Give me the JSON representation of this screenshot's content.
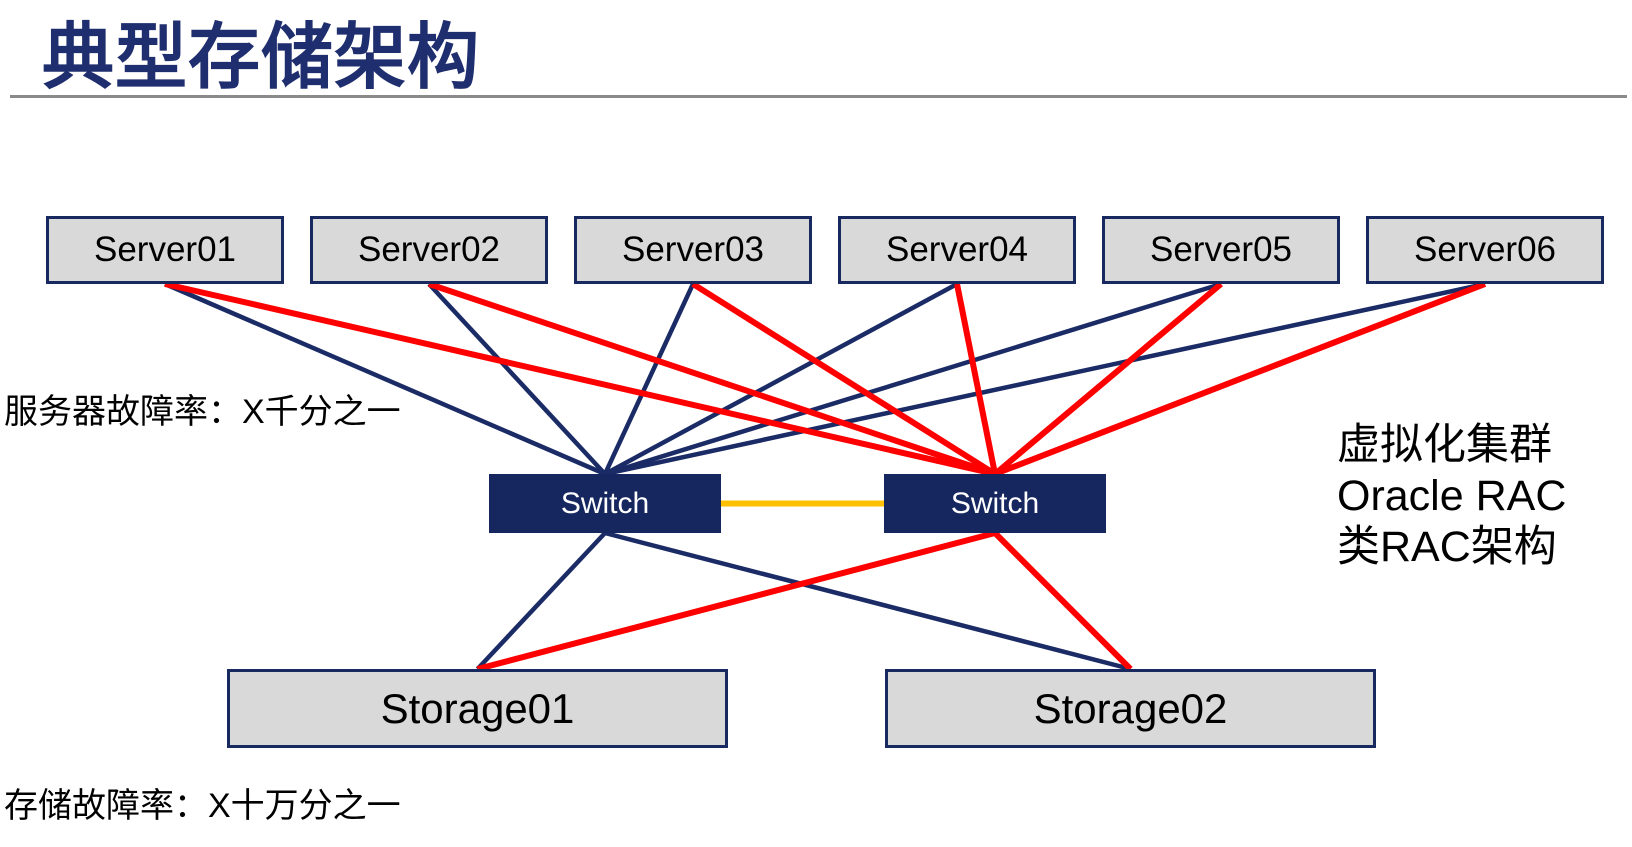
{
  "slide": {
    "title": "典型存储架构",
    "server_failure_label": "服务器故障率：X千分之一",
    "storage_failure_label": "存储故障率：X十万分之一",
    "side_note_lines": [
      "虚拟化集群",
      "Oracle RAC",
      "类RAC架构"
    ]
  },
  "nodes": {
    "servers": [
      {
        "id": "server1",
        "label": "Server01"
      },
      {
        "id": "server2",
        "label": "Server02"
      },
      {
        "id": "server3",
        "label": "Server03"
      },
      {
        "id": "server4",
        "label": "Server04"
      },
      {
        "id": "server5",
        "label": "Server05"
      },
      {
        "id": "server6",
        "label": "Server06"
      }
    ],
    "switches": [
      {
        "id": "switch1",
        "label": "Switch"
      },
      {
        "id": "switch2",
        "label": "Switch"
      }
    ],
    "storages": [
      {
        "id": "storage1",
        "label": "Storage01"
      },
      {
        "id": "storage2",
        "label": "Storage02"
      }
    ]
  },
  "colors": {
    "navy": "#1A2B66",
    "red": "#FE0000",
    "orange": "#FFC000",
    "title_navy": "#1F2E6E",
    "box_fill": "#D9D9D9",
    "box_border": "#17295F",
    "switch_fill": "#16275F",
    "switch_text": "#FFFFFF",
    "label_text": "#000000",
    "rule_gray": "#8A8A8A"
  },
  "edges": [
    {
      "from": "server1",
      "from_anchor": "bottom",
      "to": "switch1",
      "to_anchor": "top",
      "color": "navy"
    },
    {
      "from": "server2",
      "from_anchor": "bottom",
      "to": "switch1",
      "to_anchor": "top",
      "color": "navy"
    },
    {
      "from": "server3",
      "from_anchor": "bottom",
      "to": "switch1",
      "to_anchor": "top",
      "color": "navy"
    },
    {
      "from": "server4",
      "from_anchor": "bottom",
      "to": "switch1",
      "to_anchor": "top",
      "color": "navy"
    },
    {
      "from": "server5",
      "from_anchor": "bottom",
      "to": "switch1",
      "to_anchor": "top",
      "color": "navy"
    },
    {
      "from": "server6",
      "from_anchor": "bottom",
      "to": "switch1",
      "to_anchor": "top",
      "color": "navy"
    },
    {
      "from": "switch1",
      "from_anchor": "bottom",
      "to": "storage1",
      "to_anchor": "top",
      "color": "navy"
    },
    {
      "from": "switch1",
      "from_anchor": "bottom",
      "to": "storage2",
      "to_anchor": "top",
      "color": "navy"
    },
    {
      "from": "server1",
      "from_anchor": "bottom",
      "to": "switch2",
      "to_anchor": "top",
      "color": "red"
    },
    {
      "from": "server2",
      "from_anchor": "bottom",
      "to": "switch2",
      "to_anchor": "top",
      "color": "red"
    },
    {
      "from": "server3",
      "from_anchor": "bottom",
      "to": "switch2",
      "to_anchor": "top",
      "color": "red"
    },
    {
      "from": "server4",
      "from_anchor": "bottom",
      "to": "switch2",
      "to_anchor": "top",
      "color": "red"
    },
    {
      "from": "server5",
      "from_anchor": "bottom",
      "to": "switch2",
      "to_anchor": "top",
      "color": "red"
    },
    {
      "from": "server6",
      "from_anchor": "bottom",
      "to": "switch2",
      "to_anchor": "top",
      "color": "red"
    },
    {
      "from": "switch2",
      "from_anchor": "bottom",
      "to": "storage1",
      "to_anchor": "top",
      "color": "red"
    },
    {
      "from": "switch2",
      "from_anchor": "bottom",
      "to": "storage2",
      "to_anchor": "top",
      "color": "red"
    },
    {
      "from": "switch1",
      "from_anchor": "right",
      "to": "switch2",
      "to_anchor": "left",
      "color": "orange"
    }
  ]
}
